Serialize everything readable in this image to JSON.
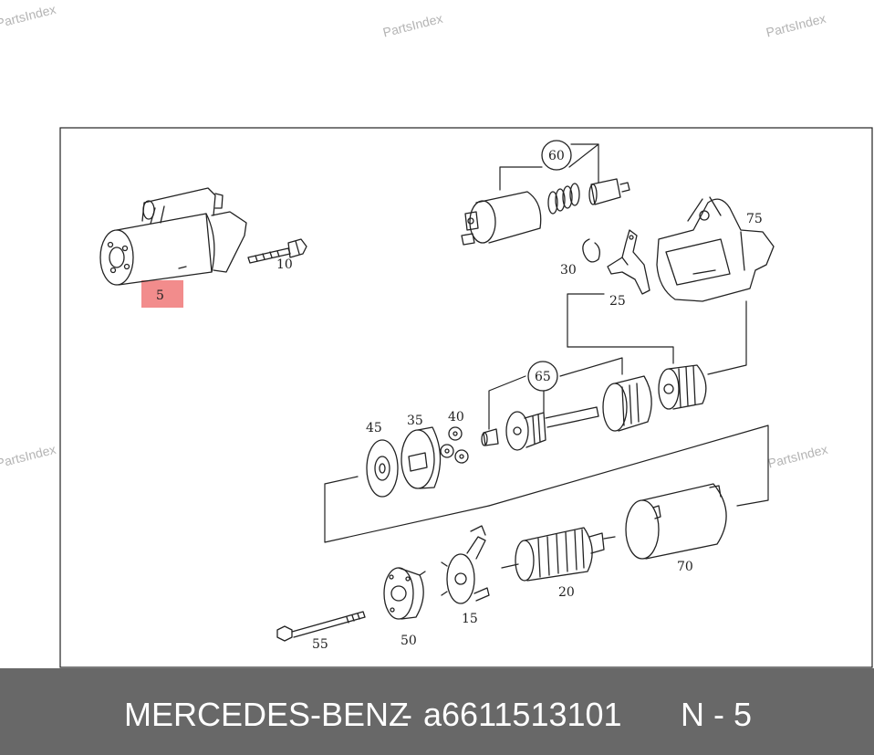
{
  "watermark": "PartsIndex",
  "part_labels": [
    "5",
    "10",
    "60",
    "75",
    "30",
    "25",
    "65",
    "45",
    "35",
    "40",
    "70",
    "20",
    "15",
    "50",
    "55"
  ],
  "highlight_color": "#f28c8c",
  "footer": {
    "brand": "MERCEDES-BENZ",
    "separator": "-",
    "part_number": "a6611513101",
    "position": "N - 5"
  }
}
